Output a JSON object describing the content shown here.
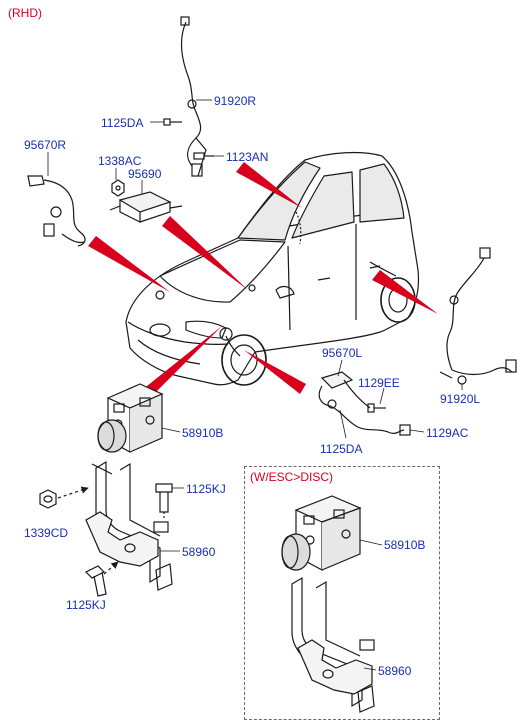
{
  "header": {
    "variant": "(RHD)"
  },
  "inset": {
    "title": "(W/ESC>DISC)"
  },
  "labels": {
    "p91920R": "91920R",
    "p1125DA_top": "1125DA",
    "p95670R": "95670R",
    "p1338AC": "1338AC",
    "p95690": "95690",
    "p1123AN": "1123AN",
    "p95670L": "95670L",
    "p1129EE": "1129EE",
    "p1125DA_low": "1125DA",
    "p1129AC": "1129AC",
    "p91920L": "91920L",
    "p58910B": "58910B",
    "p1125KJ_a": "1125KJ",
    "p1339CD": "1339CD",
    "p58960": "58960",
    "p1125KJ_b": "1125KJ",
    "p58910B_inset": "58910B",
    "p58960_inset": "58960"
  },
  "colors": {
    "label": "#1a2fb0",
    "accent": "#d8001c",
    "line": "#1a1a1a"
  }
}
